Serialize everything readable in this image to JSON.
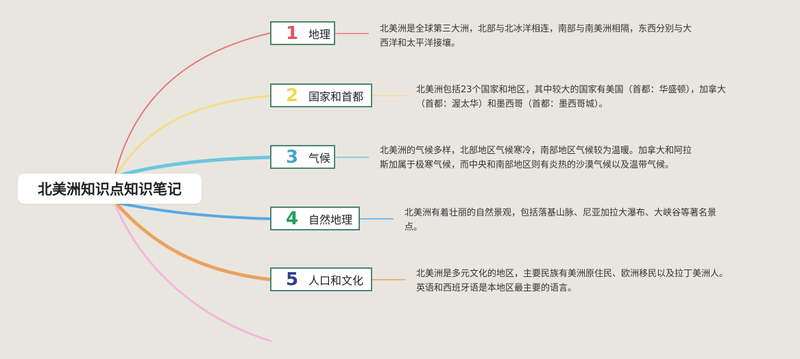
{
  "root": {
    "title": "北美洲知识点知识笔记"
  },
  "topics": [
    {
      "num": "1",
      "label": "地理",
      "color": "#e05466",
      "line1": "北美洲是全球第三大洲，北部与北冰洋相连，南部与南美洲相隔，东西分别与大",
      "line2": "西洋和太平洋接壤。"
    },
    {
      "num": "2",
      "label": "国家和首都",
      "color": "#f3d455",
      "line1": "北美洲包括23个国家和地区，其中较大的国家有美国（首都：华盛顿），加拿大",
      "line2": "（首都：渥太华）和墨西哥（首都：墨西哥城）。"
    },
    {
      "num": "3",
      "label": "气候",
      "color": "#3fa7c9",
      "line1": "北美洲的气候多样，北部地区气候寒冷，南部地区气候较为温暖。加拿大和阿拉",
      "line2": "斯加属于极寒气候，而中央和南部地区则有炎热的沙漠气候以及温带气候。"
    },
    {
      "num": "4",
      "label": "自然地理",
      "color": "#23a05a",
      "line1": "北美洲有着壮丽的自然景观，包括落基山脉、尼亚加拉大瀑布、大峡谷等著名景",
      "line2": "点。"
    },
    {
      "num": "5",
      "label": "人口和文化",
      "color": "#2b3f8c",
      "line1": "北美洲是多元文化的地区，主要民族有美洲原住民、欧洲移民以及拉丁美洲人。",
      "line2": "英语和西班牙语是本地区最主要的语言。"
    }
  ],
  "branch_colors": [
    "#e8767f",
    "#f5dc8c",
    "#6cc7dc",
    "#5aa8e4",
    "#eba25f",
    "#f2b8dc"
  ]
}
